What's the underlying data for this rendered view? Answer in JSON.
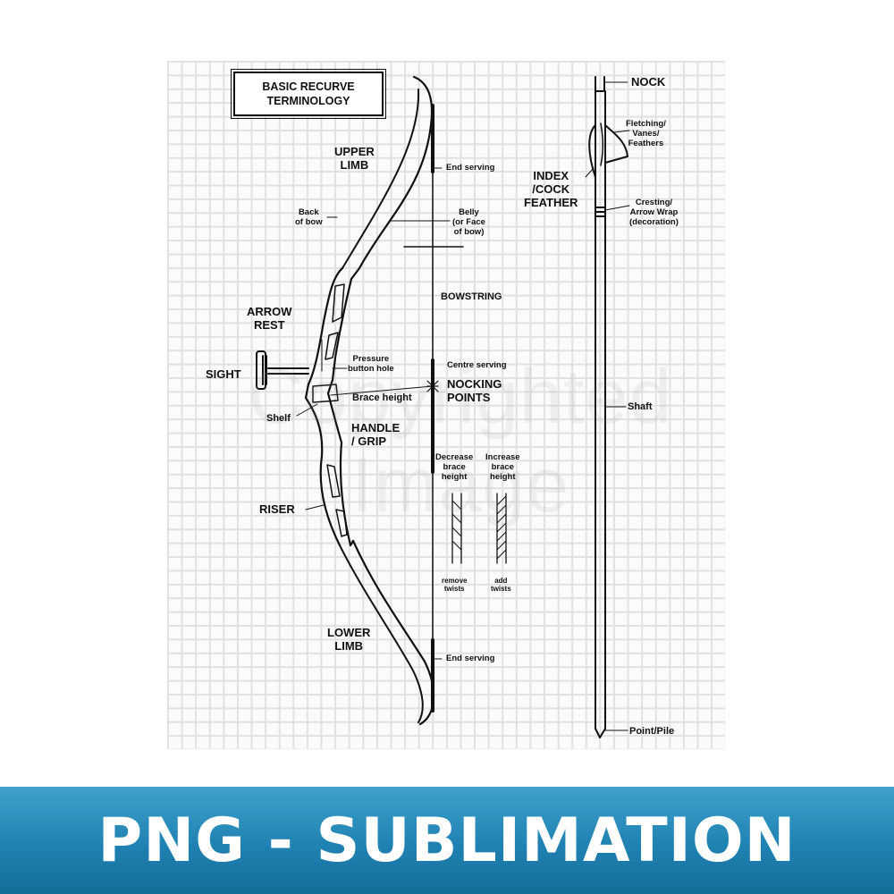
{
  "title": {
    "line1": "BASIC RECURVE",
    "line2": "TERMINOLOGY"
  },
  "bow_labels": {
    "upper_limb": {
      "line1": "UPPER",
      "line2": "LIMB"
    },
    "back_of_bow": {
      "line1": "Back",
      "line2": "of bow"
    },
    "end_serving_top": "End serving",
    "belly": {
      "line1": "Belly",
      "line2": "(or Face",
      "line3": "of bow)"
    },
    "bowstring": "BOWSTRING",
    "arrow_rest": {
      "line1": "ARROW",
      "line2": "REST"
    },
    "pressure_button": {
      "line1": "Pressure",
      "line2": "button hole"
    },
    "sight": "SIGHT",
    "centre_serving": "Centre serving",
    "nocking_points": {
      "line1": "NOCKING",
      "line2": "POINTS"
    },
    "brace_height": "Brace height",
    "shelf": "Shelf",
    "handle_grip": {
      "line1": "HANDLE",
      "line2": "/ GRIP"
    },
    "riser": "RISER",
    "lower_limb": {
      "line1": "LOWER",
      "line2": "LIMB"
    },
    "end_serving_bottom": "End serving",
    "decrease": {
      "line1": "Decrease",
      "line2": "brace",
      "line3": "height",
      "action_line1": "remove",
      "action_line2": "twists"
    },
    "increase": {
      "line1": "Increase",
      "line2": "brace",
      "line3": "height",
      "action_line1": "add",
      "action_line2": "twists"
    }
  },
  "arrow_labels": {
    "nock": "NOCK",
    "fletching": {
      "line1": "Fletching/",
      "line2": "Vanes/",
      "line3": "Feathers"
    },
    "index_feather": {
      "line1": "INDEX",
      "line2": "/COCK",
      "line3": "FEATHER"
    },
    "cresting": {
      "line1": "Cresting/",
      "line2": "Arrow Wrap",
      "line3": "(decoration)"
    },
    "shaft": "Shaft",
    "point": "Point/Pile"
  },
  "watermark": "Copyrighted Image",
  "banner": {
    "text": "PNG - SUBLIMATION",
    "color": "#1f82b2"
  },
  "colors": {
    "ink": "#111111",
    "grid": "#e1e1e1",
    "banner": "#1f82b2"
  }
}
